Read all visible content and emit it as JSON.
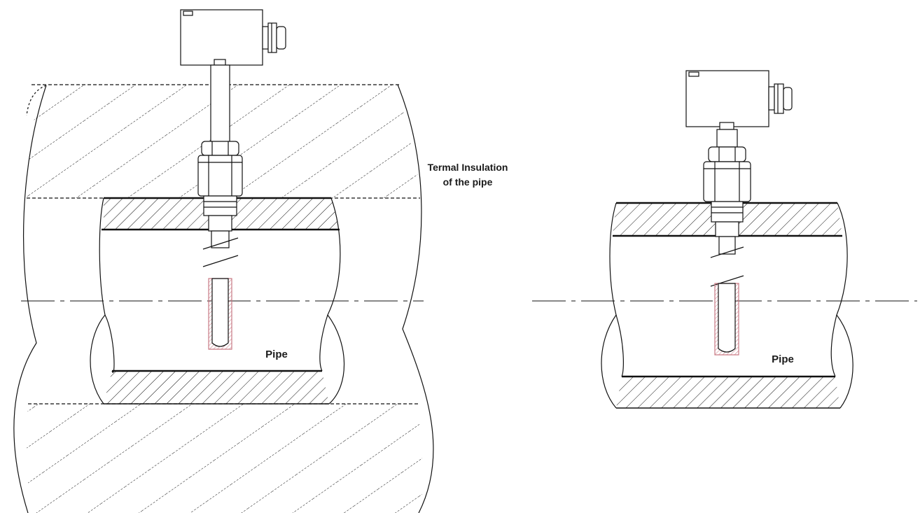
{
  "labels": {
    "insulation_line1": "Termal Insulation",
    "insulation_line2": "of the pipe",
    "pipe_left": "Pipe",
    "pipe_right": "Pipe"
  },
  "colors": {
    "line": "#111111",
    "thermowell_hatch": "#c97a85"
  }
}
